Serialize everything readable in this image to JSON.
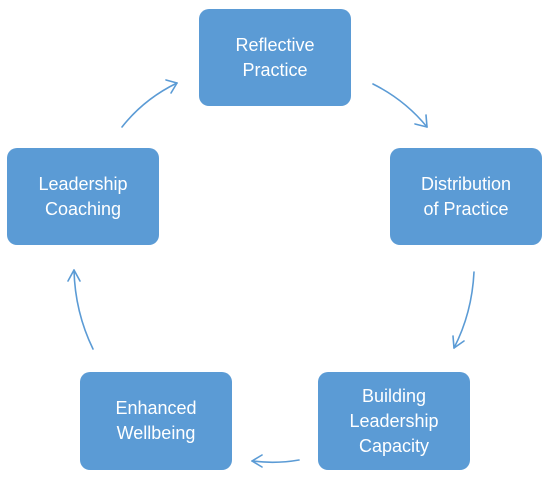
{
  "diagram": {
    "type": "cycle",
    "accent_color": "#5b9bd5",
    "nodes": [
      {
        "id": "reflective",
        "label": "Reflective\nPractice"
      },
      {
        "id": "distribution",
        "label": "Distribution\nof Practice"
      },
      {
        "id": "building",
        "label": "Building\nLeadership\nCapacity"
      },
      {
        "id": "wellbeing",
        "label": "Enhanced\nWellbeing"
      },
      {
        "id": "coaching",
        "label": "Leadership\nCoaching"
      }
    ],
    "edges": [
      {
        "from": "reflective",
        "to": "distribution"
      },
      {
        "from": "distribution",
        "to": "building"
      },
      {
        "from": "building",
        "to": "wellbeing"
      },
      {
        "from": "wellbeing",
        "to": "coaching"
      },
      {
        "from": "coaching",
        "to": "reflective"
      }
    ]
  }
}
